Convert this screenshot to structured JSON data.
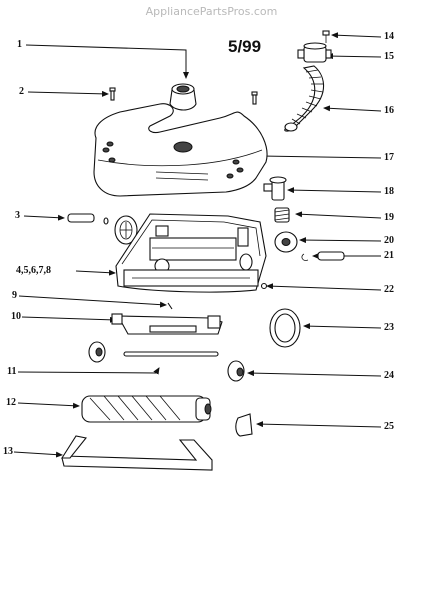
{
  "watermark": "AppliancePartsPros.com",
  "diagram": {
    "date_code": "5/99",
    "callouts": [
      {
        "id": "c1",
        "label": "1"
      },
      {
        "id": "c2",
        "label": "2"
      },
      {
        "id": "c3",
        "label": "3"
      },
      {
        "id": "c4",
        "label": "4,5,6,7,8"
      },
      {
        "id": "c9",
        "label": "9"
      },
      {
        "id": "c10",
        "label": "10"
      },
      {
        "id": "c11",
        "label": "11"
      },
      {
        "id": "c12",
        "label": "12"
      },
      {
        "id": "c13",
        "label": "13"
      },
      {
        "id": "c14",
        "label": "14"
      },
      {
        "id": "c15",
        "label": "15"
      },
      {
        "id": "c16",
        "label": "16"
      },
      {
        "id": "c17",
        "label": "17"
      },
      {
        "id": "c18",
        "label": "18"
      },
      {
        "id": "c19",
        "label": "19"
      },
      {
        "id": "c20",
        "label": "20"
      },
      {
        "id": "c21",
        "label": "21"
      },
      {
        "id": "c22",
        "label": "22"
      },
      {
        "id": "c23",
        "label": "23"
      },
      {
        "id": "c24",
        "label": "24"
      },
      {
        "id": "c25",
        "label": "25"
      }
    ]
  }
}
